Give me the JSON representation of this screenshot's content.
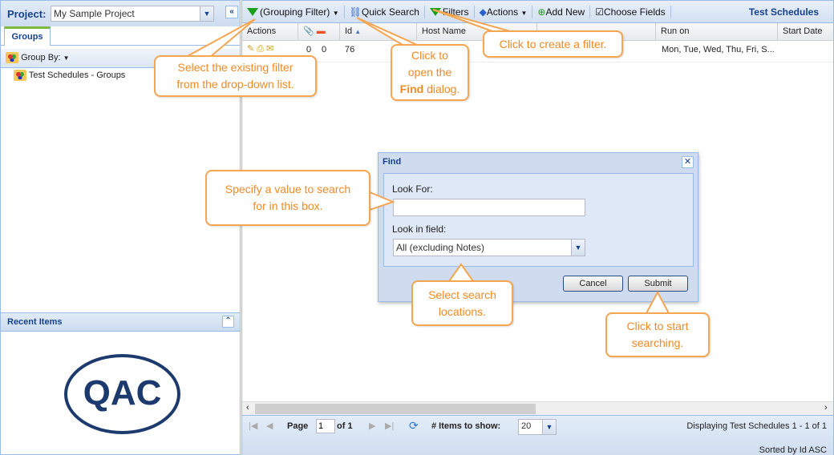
{
  "left": {
    "project_label": "Project:",
    "project_value": "My Sample Project",
    "tab_groups": "Groups",
    "group_by": "Group By:",
    "tree_item": "Test Schedules - Groups",
    "recent_items": "Recent Items",
    "logo_text": "QAC"
  },
  "toolbar": {
    "grouping_filter": "(Grouping Filter)",
    "quick_search": "Quick Search",
    "filters": "Filters",
    "actions": "Actions",
    "add_new": "Add New",
    "choose_fields": "Choose Fields",
    "title": "Test Schedules"
  },
  "grid": {
    "columns": [
      "Actions",
      "Id",
      "Host Name",
      "Run on",
      "Start Date"
    ],
    "sort_indicator": "▲",
    "row": {
      "attachments": "0",
      "comments": "0",
      "id": "76",
      "run_on": "Mon, Tue, Wed, Thu, Fri, S..."
    }
  },
  "pager": {
    "page_label": "Page",
    "page_value": "1",
    "of": "of 1",
    "items_label": "# Items to show:",
    "items_value": "20",
    "displaying": "Displaying Test Schedules 1 - 1 of 1",
    "sorted": "Sorted by Id ASC"
  },
  "dialog": {
    "title": "Find",
    "look_for_label": "Look For:",
    "look_for_value": "",
    "look_in_label": "Look in field:",
    "look_in_value": "All (excluding Notes)",
    "cancel": "Cancel",
    "submit": "Submit"
  },
  "callouts": {
    "grouping": [
      "Select the existing filter",
      "from the drop-down list."
    ],
    "quick_search": [
      "Click to",
      "open the",
      "Find",
      "dialog."
    ],
    "filters": "Click to create a filter.",
    "look_for": [
      "Specify a value to search",
      "for in this box."
    ],
    "look_in": [
      "Select search",
      "locations."
    ],
    "submit": [
      "Click to start",
      "searching."
    ]
  },
  "colors": {
    "accent": "#15428b",
    "callout": "#f28a26",
    "callout_border": "#f6a550",
    "filter_green": "#1aa01a"
  }
}
